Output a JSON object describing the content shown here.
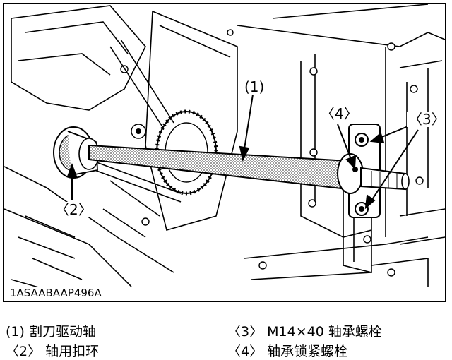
{
  "figure": {
    "code": "1ASAABAAP496A",
    "callouts": {
      "c1": "(1)",
      "c2": "〈2〉",
      "c3": "〈3〉",
      "c4": "〈4〉"
    }
  },
  "legend": {
    "item1": "(1) 割刀驱动轴",
    "item2": "〈2〉 轴用扣环",
    "item3": "〈3〉 M14×40 轴承螺栓",
    "item4": "〈4〉 轴承锁紧螺栓"
  }
}
